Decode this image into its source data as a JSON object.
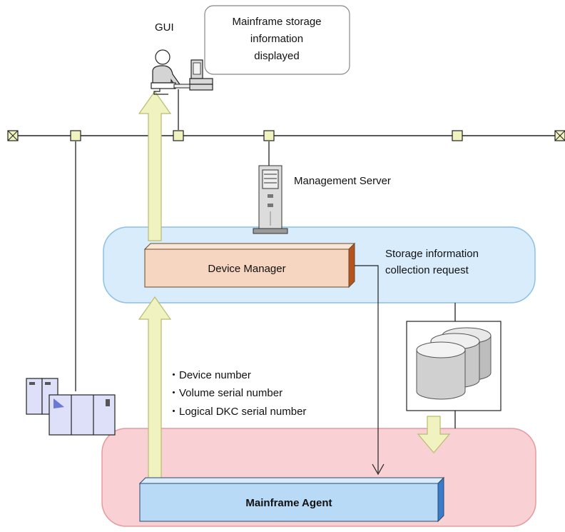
{
  "gui_label": "GUI",
  "callout": {
    "line1": "Mainframe storage",
    "line2": "information",
    "line3": "displayed"
  },
  "management_server_label": "Management Server",
  "device_manager_label": "Device Manager",
  "request_label": {
    "line1": "Storage information",
    "line2": "collection request"
  },
  "info_items": [
    "・Device number",
    "・Volume serial number",
    "・Logical DKC serial number"
  ],
  "mainframe_agent_label": "Mainframe Agent",
  "colors": {
    "blue_region": "#d9ecfb",
    "blue_region_border": "#8cc0e6",
    "red_region": "#f9d0d3",
    "red_region_border": "#e59aa0",
    "flow_arrow": "#f0f2c0",
    "flow_arrow_border": "#b8bc70",
    "device_manager_box": "#f6d6c0",
    "agent_box": "#b8daf6",
    "node": "#f0f2c0"
  }
}
